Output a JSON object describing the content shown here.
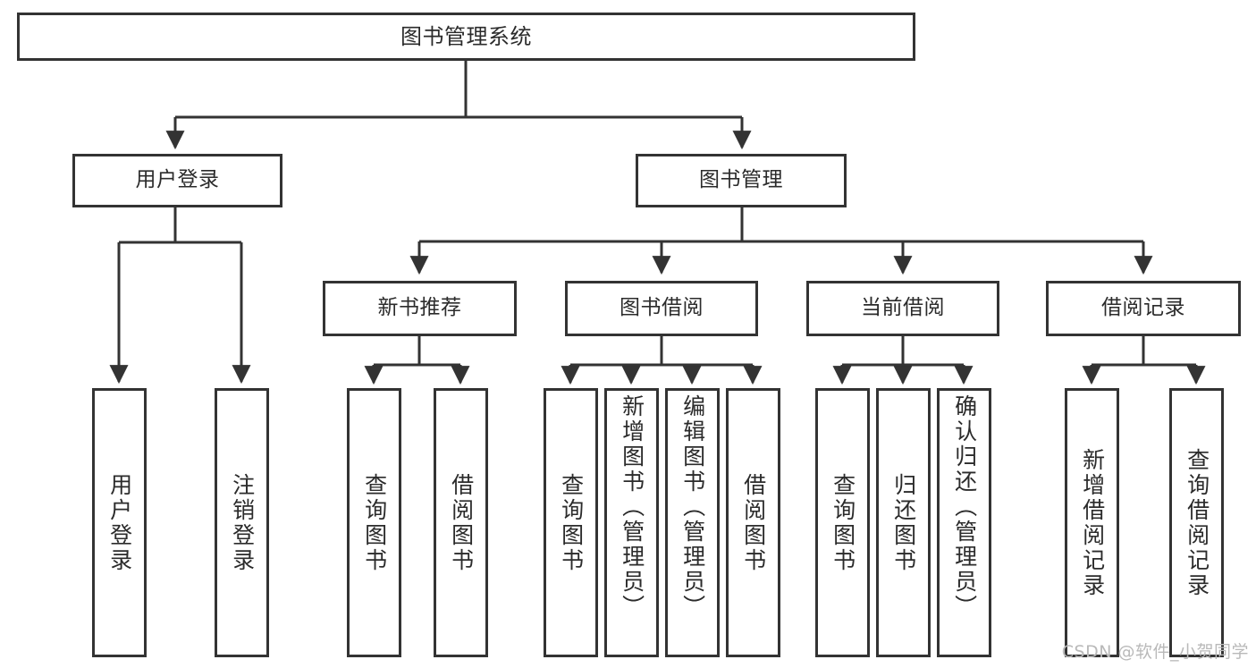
{
  "diagram": {
    "type": "tree",
    "title": "图书管理系统",
    "watermark": "CSDN @软件_小贺同学",
    "colors": {
      "box_border": "#333333",
      "box_fill": "#ffffff",
      "connector": "#333333",
      "text": "#2b2b2b",
      "watermark": "#b9b9b9"
    },
    "nodes": {
      "root": "图书管理系统",
      "level2": {
        "user_login": "用户登录",
        "book_manage": "图书管理"
      },
      "level3": {
        "new_book_rec": "新书推荐",
        "book_borrow": "图书借阅",
        "current_borrow": "当前借阅",
        "borrow_record": "借阅记录"
      },
      "leaves": {
        "user_login": [
          "用户登录",
          "注销登录"
        ],
        "new_book_rec": [
          "查询图书",
          "借阅图书"
        ],
        "book_borrow": [
          "查询图书",
          "新增图书（管理员）",
          "编辑图书（管理员）",
          "借阅图书"
        ],
        "current_borrow": [
          "查询图书",
          "归还图书",
          "确认归还（管理员）"
        ],
        "borrow_record": [
          "新增借阅记录",
          "查询借阅记录"
        ]
      }
    }
  }
}
